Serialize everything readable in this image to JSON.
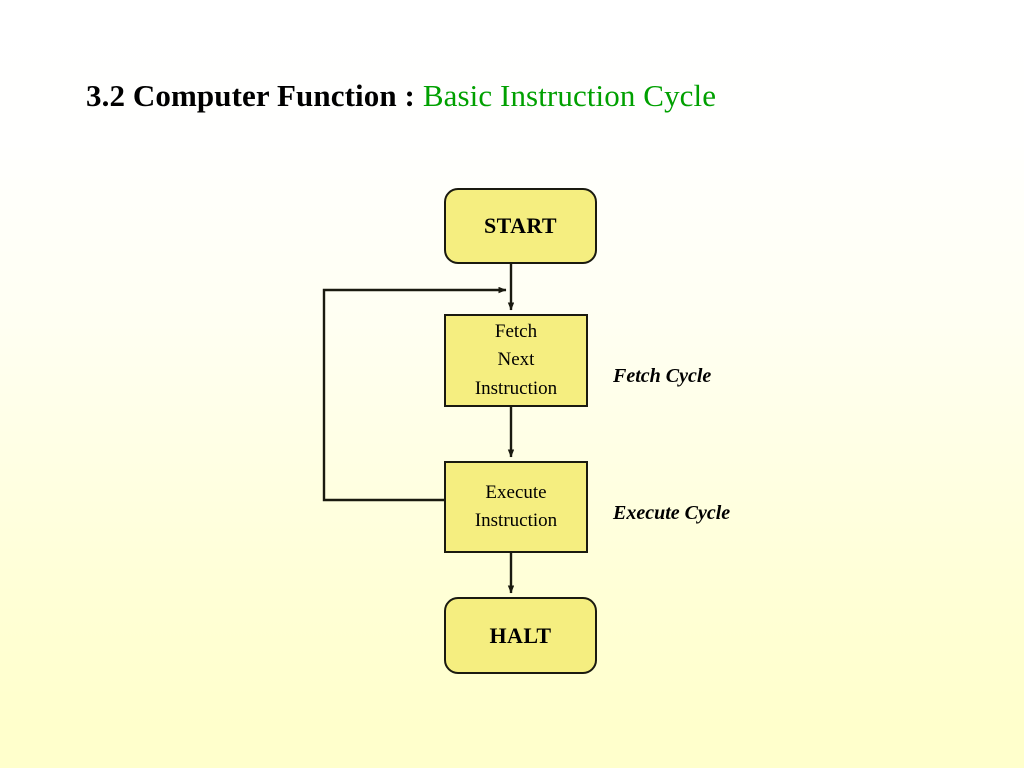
{
  "slide": {
    "title": {
      "number_and_main": "3.2 Computer Function : ",
      "accent": "Basic Instruction Cycle",
      "main_color": "#000000",
      "accent_color": "#00A000"
    },
    "background": {
      "gradient_top": "#FFFFFF",
      "gradient_bottom": "#FFFFCC"
    }
  },
  "diagram": {
    "type": "flowchart",
    "node_fill": "#F5EE80",
    "node_stroke": "#1A1A10",
    "nodes": [
      {
        "id": "start",
        "label": "START",
        "shape": "rounded-rectangle"
      },
      {
        "id": "fetch",
        "label": "Fetch\nNext\nInstruction",
        "shape": "rectangle",
        "lines": [
          "Fetch",
          "Next",
          "Instruction"
        ]
      },
      {
        "id": "execute",
        "label": "Execute\nInstruction",
        "shape": "rectangle",
        "lines": [
          "Execute",
          "Instruction"
        ]
      },
      {
        "id": "halt",
        "label": "HALT",
        "shape": "rounded-rectangle"
      }
    ],
    "edges": [
      {
        "from": "start",
        "to": "fetch",
        "style": "straight-down-arrow"
      },
      {
        "from": "fetch",
        "to": "execute",
        "style": "straight-down-arrow"
      },
      {
        "from": "execute",
        "to": "halt",
        "style": "straight-down-arrow"
      },
      {
        "from": "execute",
        "to": "fetch",
        "style": "left-feedback-loop-arrow"
      }
    ],
    "annotations": [
      {
        "id": "fetch-cycle",
        "text": "Fetch Cycle"
      },
      {
        "id": "execute-cycle",
        "text": "Execute Cycle"
      }
    ]
  }
}
